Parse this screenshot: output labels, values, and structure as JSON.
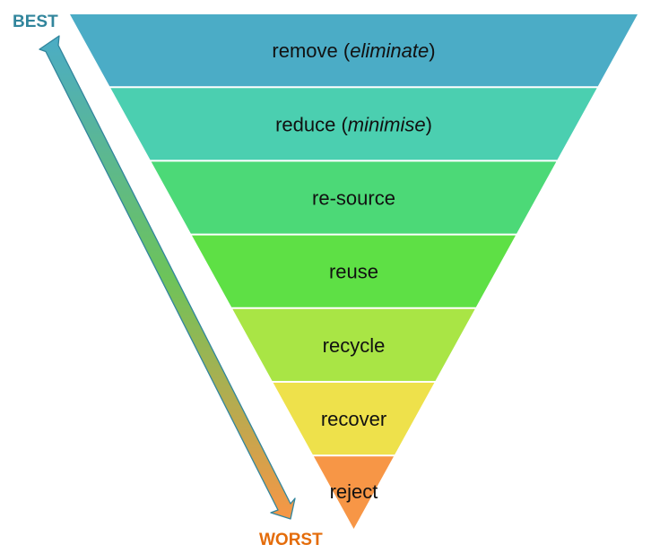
{
  "hierarchy": {
    "tiers": [
      {
        "main": "remove (",
        "italic": "eliminate",
        "tail": ")",
        "color": "#4BACC6"
      },
      {
        "main": "reduce (",
        "italic": "minimise",
        "tail": ")",
        "color": "#4BCFB0"
      },
      {
        "main": "re-source",
        "italic": "",
        "tail": "",
        "color": "#4CD977"
      },
      {
        "main": "reuse",
        "italic": "",
        "tail": "",
        "color": "#5EE045"
      },
      {
        "main": "recycle",
        "italic": "",
        "tail": "",
        "color": "#A9E545"
      },
      {
        "main": "recover",
        "italic": "",
        "tail": "",
        "color": "#EEE14B"
      },
      {
        "main": "reject",
        "italic": "",
        "tail": "",
        "color": "#F79646"
      }
    ]
  },
  "scale": {
    "best_label": "BEST",
    "worst_label": "WORST",
    "best_color": "#31859C",
    "worst_color": "#E46C0A"
  }
}
